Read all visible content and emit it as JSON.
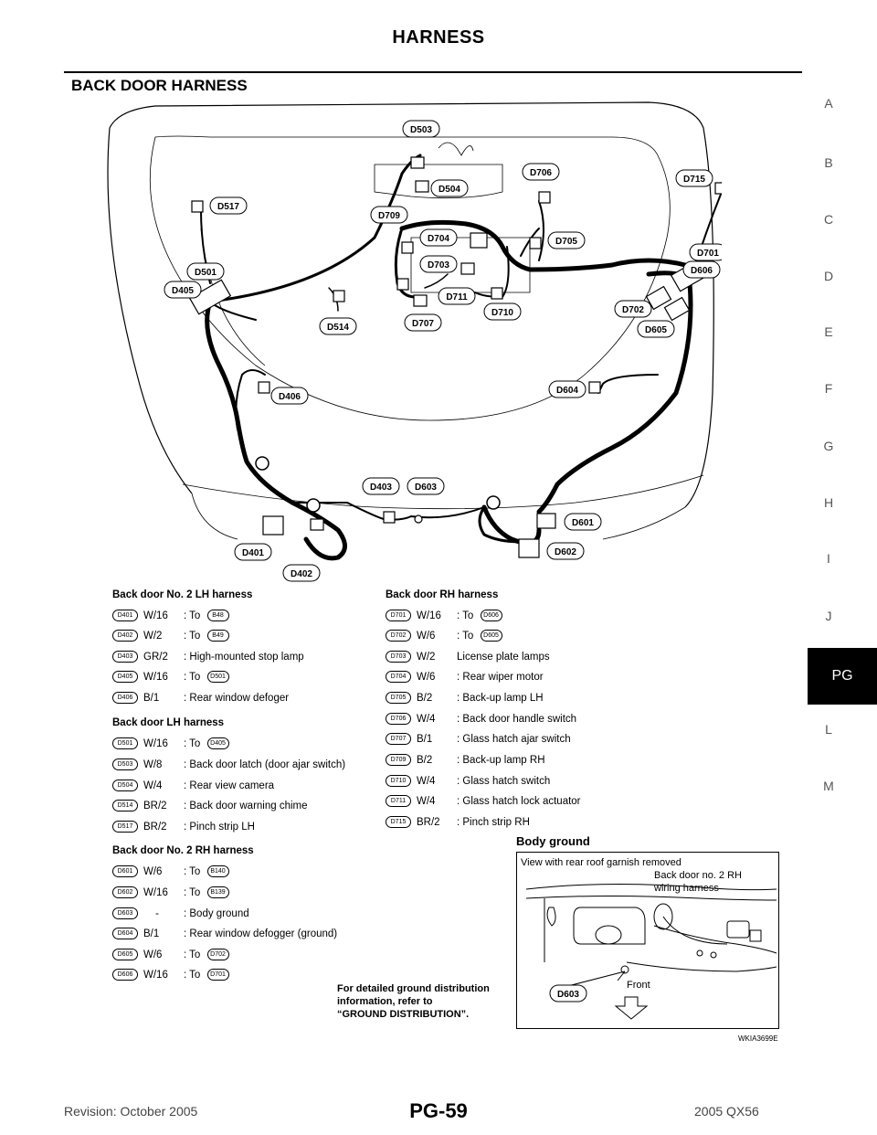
{
  "header": {
    "title": "HARNESS",
    "section": "BACK DOOR HARNESS"
  },
  "side_index": [
    "A",
    "B",
    "C",
    "D",
    "E",
    "F",
    "G",
    "H",
    "I",
    "J",
    "PG",
    "L",
    "M"
  ],
  "side_index_active": "PG",
  "diagram_labels": {
    "D503": "D503",
    "D504": "D504",
    "D706": "D706",
    "D715": "D715",
    "D517": "D517",
    "D709": "D709",
    "D704": "D704",
    "D705": "D705",
    "D703": "D703",
    "D701": "D701",
    "D501": "D501",
    "D606": "D606",
    "D405": "D405",
    "D711": "D711",
    "D710": "D710",
    "D702": "D702",
    "D514": "D514",
    "D707": "D707",
    "D605": "D605",
    "D604": "D604",
    "D406": "D406",
    "D403": "D403",
    "D603": "D603",
    "D601": "D601",
    "D401": "D401",
    "D602": "D602",
    "D402": "D402"
  },
  "legend": {
    "lh2": {
      "title": "Back door No. 2 LH harness",
      "rows": [
        {
          "conn": "D401",
          "spec": "W/16",
          "desc": ": To ",
          "ref": "B48"
        },
        {
          "conn": "D402",
          "spec": "W/2",
          "desc": ": To ",
          "ref": "B49"
        },
        {
          "conn": "D403",
          "spec": "GR/2",
          "desc": ": High-mounted stop lamp",
          "ref": ""
        },
        {
          "conn": "D405",
          "spec": "W/16",
          "desc": ": To ",
          "ref": "D501"
        },
        {
          "conn": "D406",
          "spec": "B/1",
          "desc": ": Rear window defoger",
          "ref": ""
        }
      ]
    },
    "lh": {
      "title": "Back door LH harness",
      "rows": [
        {
          "conn": "D501",
          "spec": "W/16",
          "desc": ": To ",
          "ref": "D405"
        },
        {
          "conn": "D503",
          "spec": "W/8",
          "desc": ": Back door latch (door ajar switch)",
          "ref": ""
        },
        {
          "conn": "D504",
          "spec": "W/4",
          "desc": ": Rear view camera",
          "ref": ""
        },
        {
          "conn": "D514",
          "spec": "BR/2",
          "desc": ": Back door warning chime",
          "ref": ""
        },
        {
          "conn": "D517",
          "spec": "BR/2",
          "desc": ": Pinch strip LH",
          "ref": ""
        }
      ]
    },
    "rh2": {
      "title": "Back door No. 2 RH harness",
      "rows": [
        {
          "conn": "D601",
          "spec": "W/6",
          "desc": ": To ",
          "ref": "B140"
        },
        {
          "conn": "D602",
          "spec": "W/16",
          "desc": ": To ",
          "ref": "B139"
        },
        {
          "conn": "D603",
          "spec": "-",
          "desc": ": Body ground",
          "ref": ""
        },
        {
          "conn": "D604",
          "spec": "B/1",
          "desc": ": Rear window defogger (ground)",
          "ref": ""
        },
        {
          "conn": "D605",
          "spec": "W/6",
          "desc": ": To ",
          "ref": "D702"
        },
        {
          "conn": "D606",
          "spec": "W/16",
          "desc": ": To ",
          "ref": "D701"
        }
      ]
    },
    "rh": {
      "title": "Back door RH harness",
      "rows": [
        {
          "conn": "D701",
          "spec": "W/16",
          "desc": ": To ",
          "ref": "D606"
        },
        {
          "conn": "D702",
          "spec": "W/6",
          "desc": ": To ",
          "ref": "D605"
        },
        {
          "conn": "D703",
          "spec": "W/2",
          "desc": "License plate lamps",
          "ref": ""
        },
        {
          "conn": "D704",
          "spec": "W/6",
          "desc": ": Rear wiper motor",
          "ref": ""
        },
        {
          "conn": "D705",
          "spec": "B/2",
          "desc": ": Back-up lamp LH",
          "ref": ""
        },
        {
          "conn": "D706",
          "spec": "W/4",
          "desc": ": Back door handle switch",
          "ref": ""
        },
        {
          "conn": "D707",
          "spec": "B/1",
          "desc": ": Glass hatch ajar switch",
          "ref": ""
        },
        {
          "conn": "D709",
          "spec": "B/2",
          "desc": ": Back-up lamp RH",
          "ref": ""
        },
        {
          "conn": "D710",
          "spec": "W/4",
          "desc": ": Glass hatch switch",
          "ref": ""
        },
        {
          "conn": "D711",
          "spec": "W/4",
          "desc": ": Glass hatch lock actuator",
          "ref": ""
        },
        {
          "conn": "D715",
          "spec": "BR/2",
          "desc": ": Pinch strip RH",
          "ref": ""
        }
      ]
    }
  },
  "body_ground": {
    "title": "Body ground",
    "view_caption": "View with rear roof garnish removed",
    "harness_label_1": "Back door no. 2 RH",
    "harness_label_2": "wiring harness",
    "front_label": "Front",
    "connector_label": "D603",
    "note_1": "For detailed ground distribution",
    "note_2": "information, refer to",
    "note_3": "“GROUND DISTRIBUTION”."
  },
  "figure_id": "WKIA3699E",
  "footer": {
    "left": "Revision: October 2005",
    "center": "PG-59",
    "right": "2005 QX56"
  }
}
